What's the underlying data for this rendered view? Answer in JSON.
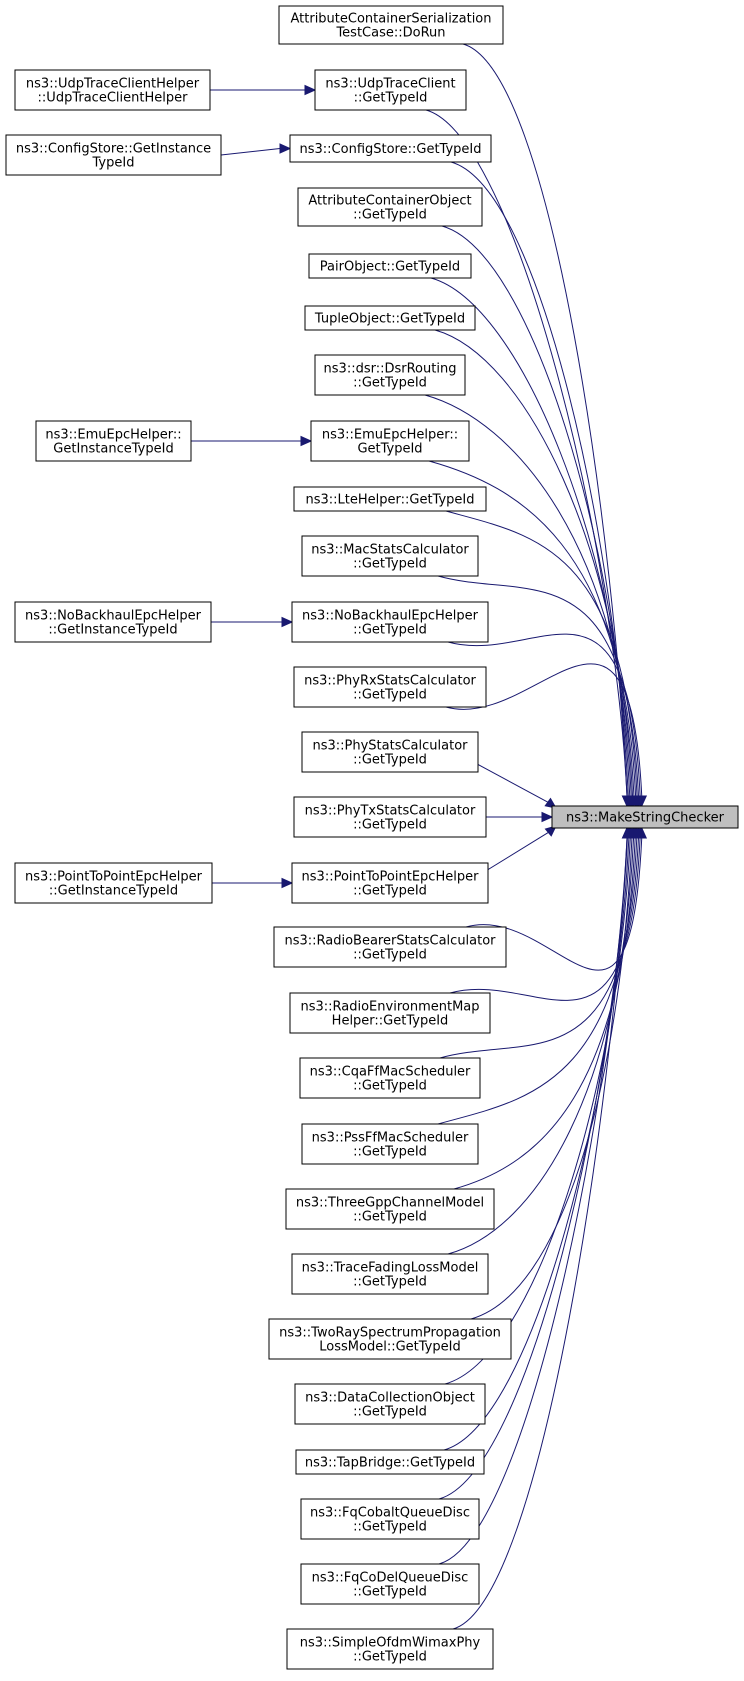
{
  "graph": {
    "target": "ns3::MakeStringChecker",
    "callers": [
      [
        "AttributeContainerSerialization",
        "TestCase::DoRun"
      ],
      [
        "ns3::UdpTraceClient",
        "::GetTypeId"
      ],
      [
        "ns3::ConfigStore::GetTypeId"
      ],
      [
        "AttributeContainerObject",
        "::GetTypeId"
      ],
      [
        "PairObject::GetTypeId"
      ],
      [
        "TupleObject::GetTypeId"
      ],
      [
        "ns3::dsr::DsrRouting",
        "::GetTypeId"
      ],
      [
        "ns3::EmuEpcHelper::",
        "GetTypeId"
      ],
      [
        "ns3::LteHelper::GetTypeId"
      ],
      [
        "ns3::MacStatsCalculator",
        "::GetTypeId"
      ],
      [
        "ns3::NoBackhaulEpcHelper",
        "::GetTypeId"
      ],
      [
        "ns3::PhyRxStatsCalculator",
        "::GetTypeId"
      ],
      [
        "ns3::PhyStatsCalculator",
        "::GetTypeId"
      ],
      [
        "ns3::PhyTxStatsCalculator",
        "::GetTypeId"
      ],
      [
        "ns3::PointToPointEpcHelper",
        "::GetTypeId"
      ],
      [
        "ns3::RadioBearerStatsCalculator",
        "::GetTypeId"
      ],
      [
        "ns3::RadioEnvironmentMap",
        "Helper::GetTypeId"
      ],
      [
        "ns3::CqaFfMacScheduler",
        "::GetTypeId"
      ],
      [
        "ns3::PssFfMacScheduler",
        "::GetTypeId"
      ],
      [
        "ns3::ThreeGppChannelModel",
        "::GetTypeId"
      ],
      [
        "ns3::TraceFadingLossModel",
        "::GetTypeId"
      ],
      [
        "ns3::TwoRaySpectrumPropagation",
        "LossModel::GetTypeId"
      ],
      [
        "ns3::DataCollectionObject",
        "::GetTypeId"
      ],
      [
        "ns3::TapBridge::GetTypeId"
      ],
      [
        "ns3::FqCobaltQueueDisc",
        "::GetTypeId"
      ],
      [
        "ns3::FqCoDelQueueDisc",
        "::GetTypeId"
      ],
      [
        "ns3::SimpleOfdmWimaxPhy",
        "::GetTypeId"
      ]
    ],
    "secondary_callers": [
      {
        "caller_of": 1,
        "label": [
          "ns3::UdpTraceClientHelper",
          "::UdpTraceClientHelper"
        ]
      },
      {
        "caller_of": 2,
        "label": [
          "ns3::ConfigStore::GetInstance",
          "TypeId"
        ]
      },
      {
        "caller_of": 7,
        "label": [
          "ns3::EmuEpcHelper::",
          "GetInstanceTypeId"
        ]
      },
      {
        "caller_of": 10,
        "label": [
          "ns3::NoBackhaulEpcHelper",
          "::GetInstanceTypeId"
        ]
      },
      {
        "caller_of": 14,
        "label": [
          "ns3::PointToPointEpcHelper",
          "::GetInstanceTypeId"
        ]
      }
    ],
    "colors": {
      "edge": "#191970",
      "node_border": "#000000",
      "node_fill": "#ffffff",
      "target_fill": "#bfbfbf"
    }
  }
}
